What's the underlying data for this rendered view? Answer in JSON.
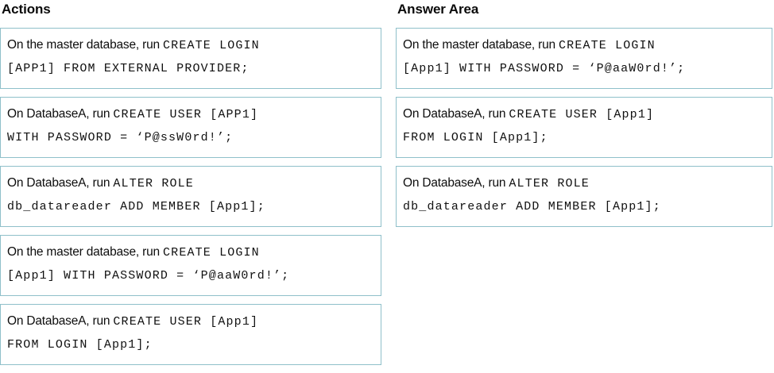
{
  "columns": {
    "actions": {
      "heading": "Actions",
      "cards": [
        {
          "name": "action-card-create-login-external-provider",
          "lines": [
            [
              {
                "type": "prose",
                "text": "On the master database, run "
              },
              {
                "type": "code",
                "text": "CREATE LOGIN"
              }
            ],
            [
              {
                "type": "code",
                "text": "[APP1] FROM EXTERNAL PROVIDER;"
              }
            ]
          ]
        },
        {
          "name": "action-card-create-user-with-password",
          "lines": [
            [
              {
                "type": "prose",
                "text": "On DatabaseA, run "
              },
              {
                "type": "code",
                "text": "CREATE USER [APP1]"
              }
            ],
            [
              {
                "type": "code",
                "text": "WITH PASSWORD = ‘P@ssW0rd!’;"
              }
            ]
          ]
        },
        {
          "name": "action-card-alter-role-db-datareader",
          "lines": [
            [
              {
                "type": "prose",
                "text": "On DatabaseA, run "
              },
              {
                "type": "code",
                "text": "ALTER ROLE"
              }
            ],
            [
              {
                "type": "code",
                "text": "db_datareader ADD MEMBER [App1];"
              }
            ]
          ]
        },
        {
          "name": "action-card-create-login-with-password",
          "lines": [
            [
              {
                "type": "prose",
                "text": "On the master database, run "
              },
              {
                "type": "code",
                "text": "CREATE LOGIN"
              }
            ],
            [
              {
                "type": "code",
                "text": "[App1] WITH PASSWORD = ‘P@aaW0rd!’;"
              }
            ]
          ]
        },
        {
          "name": "action-card-create-user-from-login",
          "lines": [
            [
              {
                "type": "prose",
                "text": "On DatabaseA, run "
              },
              {
                "type": "code",
                "text": "CREATE USER [App1]"
              }
            ],
            [
              {
                "type": "code",
                "text": "FROM LOGIN [App1];"
              }
            ]
          ]
        }
      ]
    },
    "answers": {
      "heading": "Answer Area",
      "cards": [
        {
          "name": "answer-card-create-login-with-password",
          "lines": [
            [
              {
                "type": "prose",
                "text": "On the master database, run "
              },
              {
                "type": "code",
                "text": "CREATE LOGIN"
              }
            ],
            [
              {
                "type": "code",
                "text": "[App1] WITH PASSWORD = ‘P@aaW0rd!’;"
              }
            ]
          ]
        },
        {
          "name": "answer-card-create-user-from-login",
          "lines": [
            [
              {
                "type": "prose",
                "text": "On DatabaseA, run "
              },
              {
                "type": "code",
                "text": "CREATE USER [App1]"
              }
            ],
            [
              {
                "type": "code",
                "text": "FROM LOGIN [App1];"
              }
            ]
          ]
        },
        {
          "name": "answer-card-alter-role-db-datareader",
          "lines": [
            [
              {
                "type": "prose",
                "text": "On DatabaseA, run "
              },
              {
                "type": "code",
                "text": "ALTER ROLE"
              }
            ],
            [
              {
                "type": "code",
                "text": "db_datareader ADD MEMBER [App1];"
              }
            ]
          ]
        }
      ]
    }
  },
  "colors": {
    "card_border": "#8fc0ca",
    "card_background": "#ffffff",
    "text": "#0d0d0d"
  }
}
